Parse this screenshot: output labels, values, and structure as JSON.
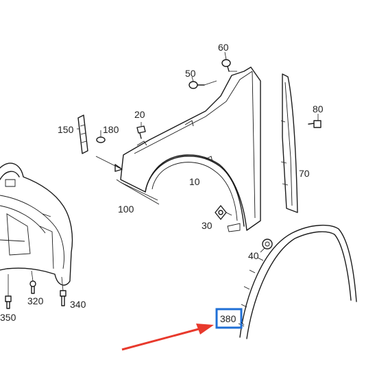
{
  "callouts": {
    "c10": "10",
    "c20": "20",
    "c30": "30",
    "c40": "40",
    "c50": "50",
    "c60": "60",
    "c70": "70",
    "c80": "80",
    "c100": "100",
    "c150": "150",
    "c180": "180",
    "c320": "320",
    "c340": "340",
    "c350": "350",
    "c380": "380"
  },
  "highlight": {
    "part": "380",
    "box_color": "#1f6fd6",
    "arrow_color": "#e8392c"
  }
}
